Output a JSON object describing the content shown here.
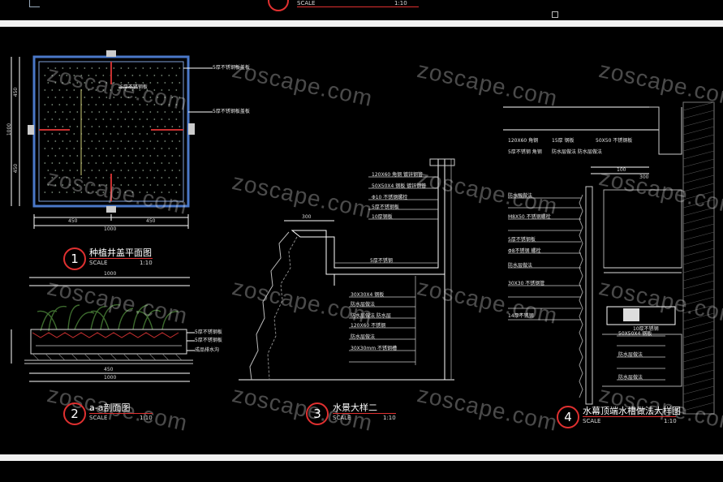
{
  "watermark": "zoscape.com",
  "top_strip": {
    "scale_label": "SCALE",
    "scale_ratio": "1:10"
  },
  "colors": {
    "background": "#000000",
    "frame": "#f2f2f2",
    "accent": "#e03030",
    "line": "#ffffff",
    "pit_wall": "#4a78c8",
    "foliage": "#3d6b2e",
    "hatch_red": "#c83030"
  },
  "drawings": [
    {
      "number": "1",
      "title": "种植井盖平面图",
      "scale_label": "SCALE",
      "scale_ratio": "1:10"
    },
    {
      "number": "2",
      "title": "a-a剖面图",
      "scale_label": "SCALE",
      "scale_ratio": "1:10"
    },
    {
      "number": "3",
      "title": "水景大样二",
      "scale_label": "SCALE",
      "scale_ratio": "1:10"
    },
    {
      "number": "4",
      "title": "水幕顶端水槽做法大样图",
      "scale_label": "SCALE",
      "scale_ratio": "1:10"
    }
  ],
  "dims": {
    "d1_left_total": "1000",
    "d1_left_a": "450",
    "d1_left_b": "450",
    "d1_bottom_a": "450",
    "d1_bottom_b": "450",
    "d1_bottom_total": "1000",
    "d2_top": "1000",
    "d2_bottom_a": "450",
    "d2_bottom_total": "1000",
    "d3_top": "300",
    "d4_a": "100",
    "d4_b": "300"
  },
  "notes": {
    "d1": [
      "5厚不锈钢板盖板",
      "5厚不锈钢板",
      "5厚不锈钢板盖板"
    ],
    "d2": [
      "5厚不锈钢板",
      "5厚不锈钢板",
      "成品排水沟"
    ],
    "d3": [
      "120X60 角钢 镀锌钢管",
      "50X50X4 钢板 镀锌钢管",
      "Φ10 不锈钢螺栓",
      "5厚不锈钢板",
      "10厚钢板",
      "5厚不锈钢",
      "30X30X4 钢板",
      "防水层做法",
      "防水层做法 防水层",
      "120X60 不锈钢",
      "防水层做法",
      "30X30mm 不锈钢槽"
    ],
    "d4": [
      "120X60 角钢",
      "15厚 钢板",
      "50X50 不锈钢板",
      "5厚不锈钢 角钢",
      "防水层做法 防水层做法",
      "防水层做法",
      "M8X50 不锈钢螺栓",
      "5厚不锈钢板",
      "Φ8不锈钢 螺栓",
      "防水层做法",
      "30X30 不锈钢管",
      "14厚不锈钢",
      "10厚不锈钢",
      "50X50X4 钢板",
      "防水层做法",
      "防水层做法"
    ]
  }
}
